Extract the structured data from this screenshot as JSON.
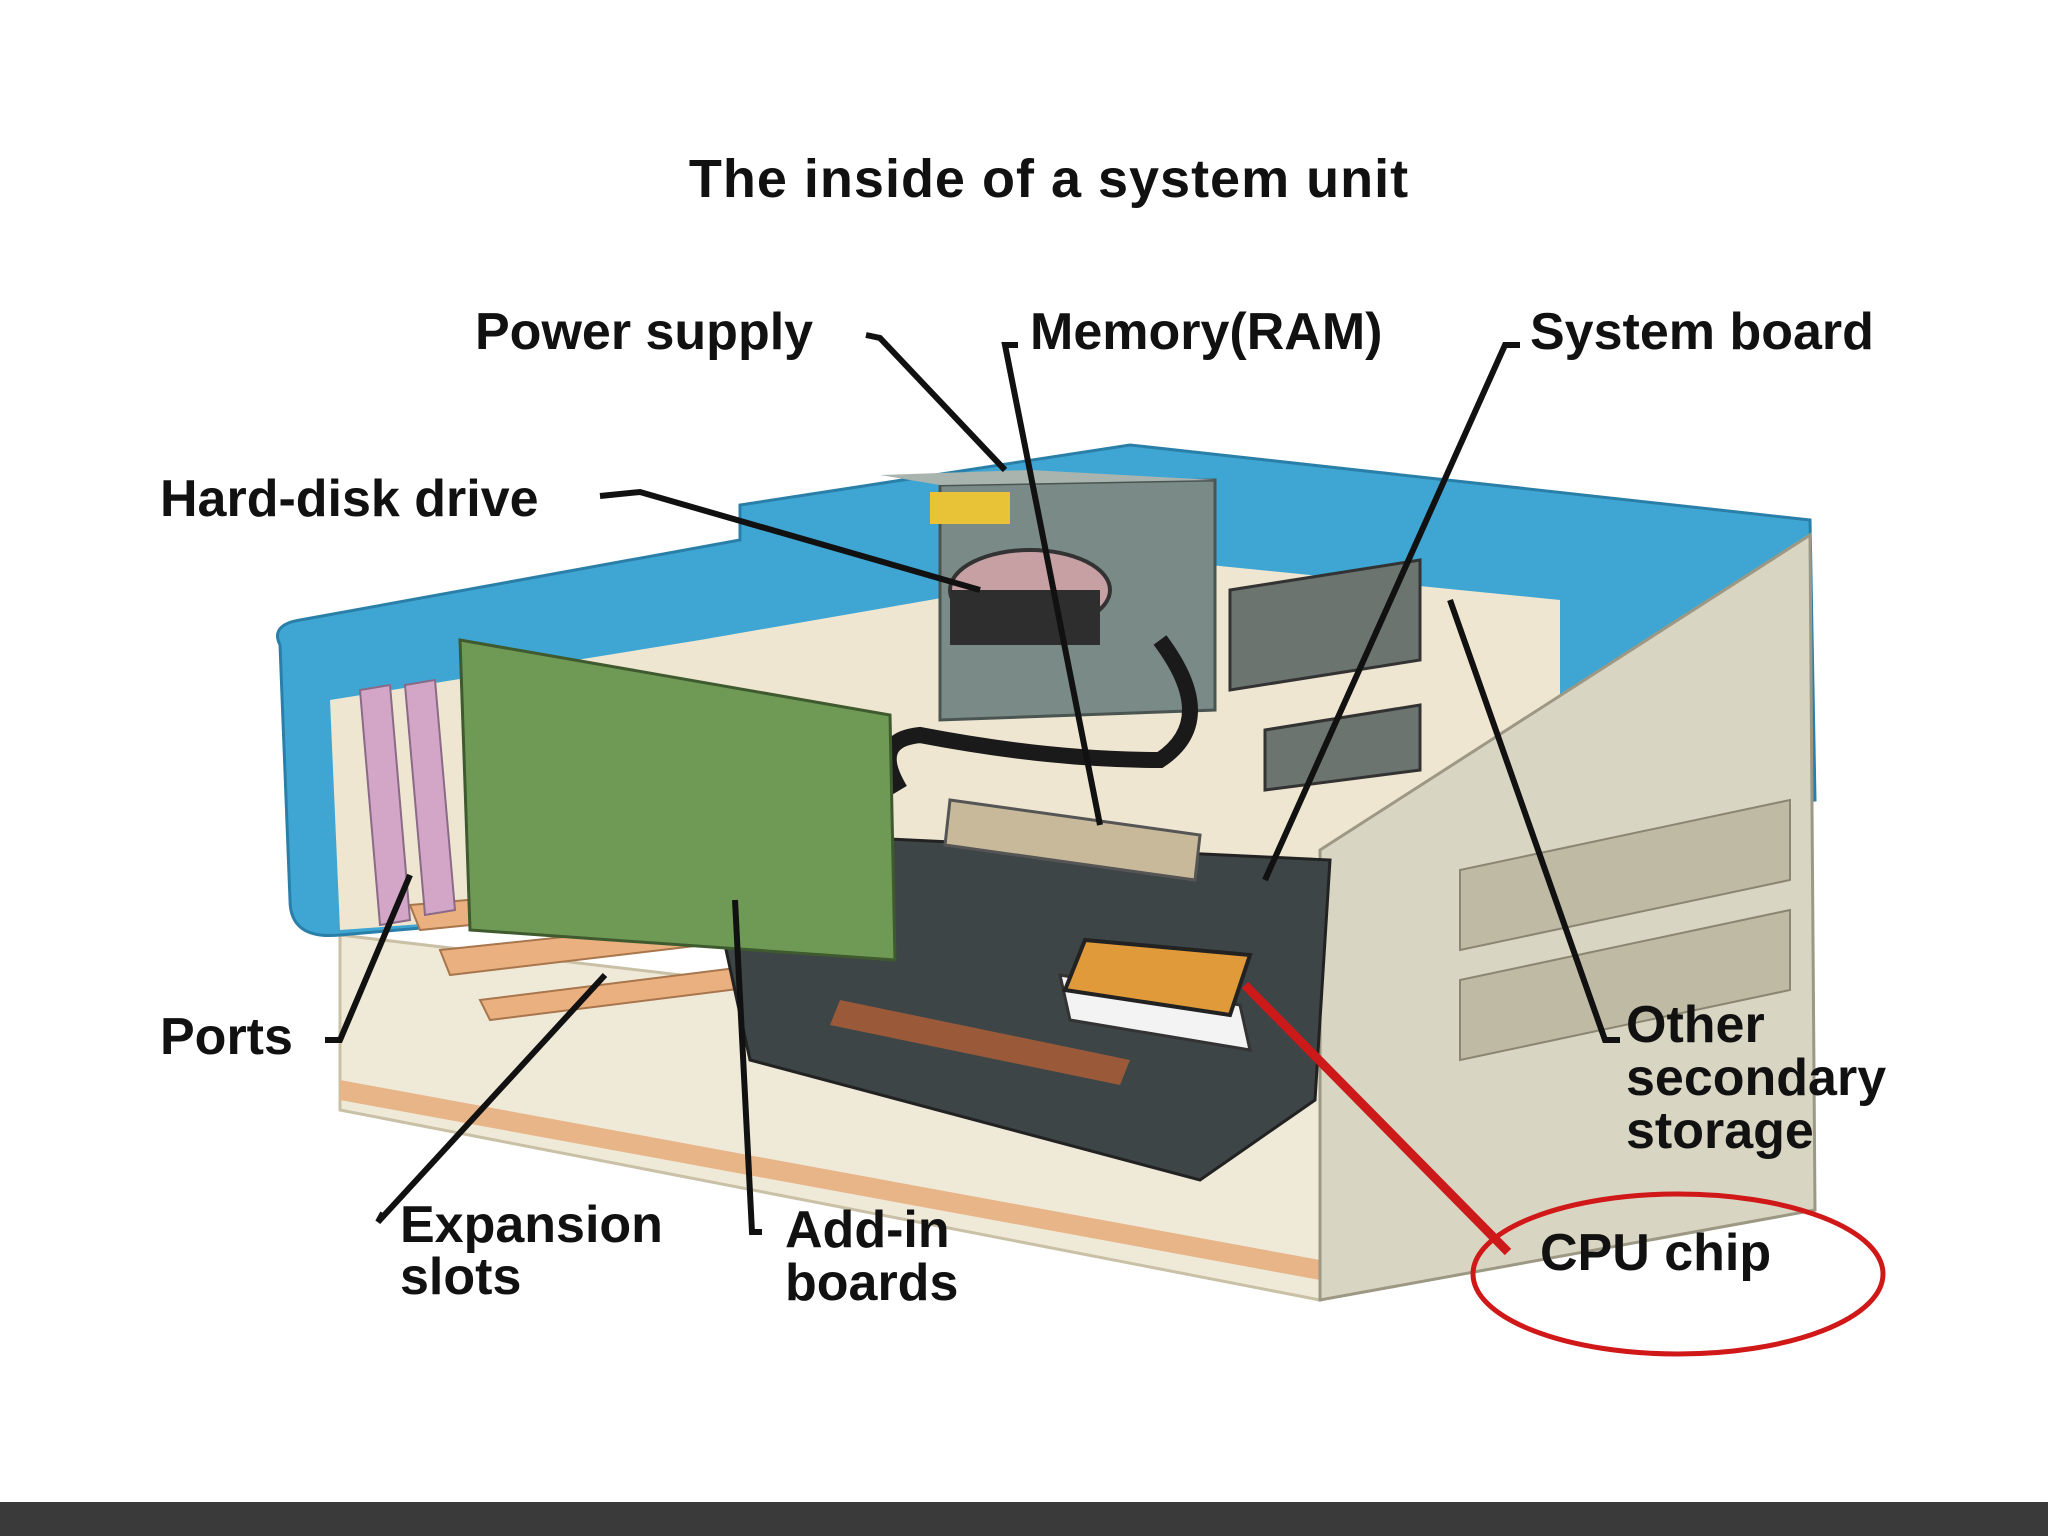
{
  "title": "The inside of a system unit",
  "labels": {
    "power_supply": "Power supply",
    "memory": "Memory(RAM)",
    "system_board": "System board",
    "hard_disk": "Hard-disk drive",
    "ports": "Ports",
    "expansion_line1": "Expansion",
    "expansion_line2": "slots",
    "addin_line1": "Add-in",
    "addin_line2": "boards",
    "other_line1": "Other",
    "other_line2": "secondary",
    "other_line3": "storage",
    "cpu": "CPU chip"
  },
  "colors": {
    "case_blue": "#3fa6d4",
    "front_panel": "#d9d5c3",
    "board_green": "#6f9a55",
    "motherboard": "#3d4546",
    "highlight_red": "#d01818",
    "footer": "#3a3a3a"
  }
}
